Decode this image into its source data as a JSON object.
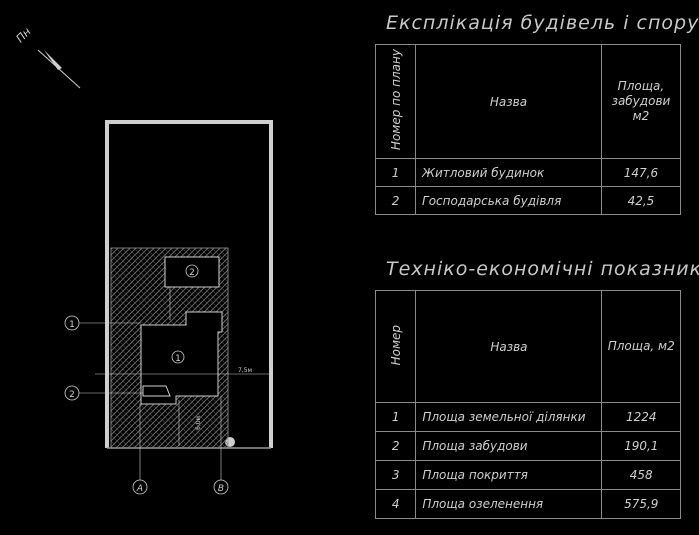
{
  "north_label": "Пн",
  "buildings_table": {
    "title": "Експлікація будівель і споруд",
    "headers": {
      "number": "Номер по плану",
      "name": "Назва",
      "area": "Площа, забудови м2"
    },
    "rows": [
      {
        "num": "1",
        "name": "Житловий будинок",
        "area": "147,6"
      },
      {
        "num": "2",
        "name": "Господарська будівля",
        "area": "42,5"
      }
    ]
  },
  "indicators_table": {
    "title": "Техніко-економічні показники",
    "headers": {
      "number": "Номер",
      "name": "Назва",
      "area": "Площа, м2"
    },
    "rows": [
      {
        "num": "1",
        "name": "Площа земельної ділянки",
        "area": "1224"
      },
      {
        "num": "2",
        "name": "Площа забудови",
        "area": "190,1"
      },
      {
        "num": "3",
        "name": "Площа покриття",
        "area": "458"
      },
      {
        "num": "4",
        "name": "Площа озеленення",
        "area": "575,9"
      }
    ]
  },
  "plan": {
    "building_1": "1",
    "building_2": "2",
    "callout_1": "1",
    "callout_2": "2",
    "axis_a": "A",
    "axis_b": "B",
    "dim_right": "7,5м",
    "dim_bottom": "6,0м"
  },
  "colors": {
    "background": "#000000",
    "lines": "#cfcfcf",
    "border": "#8a8a8a"
  }
}
